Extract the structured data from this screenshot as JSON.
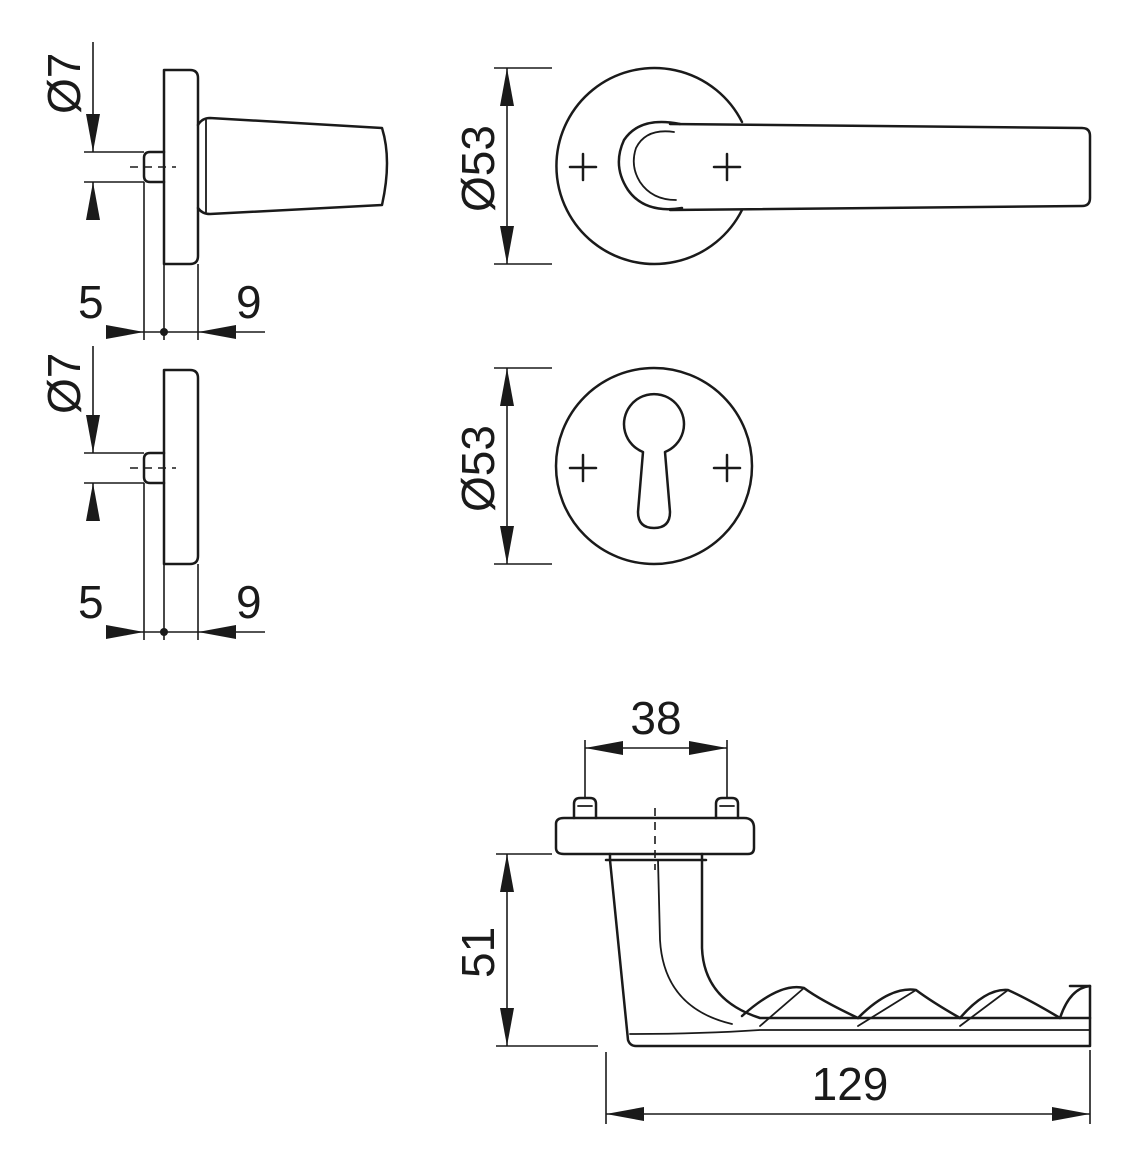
{
  "dimensions": {
    "rose_side_pin_diameter": "Ø7",
    "rose_side_left_offset": "5",
    "rose_side_right_offset": "9",
    "escutcheon_side_pin_diameter": "Ø7",
    "escutcheon_side_left_offset": "5",
    "escutcheon_side_right_offset": "9",
    "rose_diameter": "Ø53",
    "escutcheon_diameter": "Ø53",
    "screw_spacing": "38",
    "lever_height": "51",
    "lever_length": "129"
  },
  "colors": {
    "line": "#1a1a1a",
    "background": "#ffffff"
  }
}
